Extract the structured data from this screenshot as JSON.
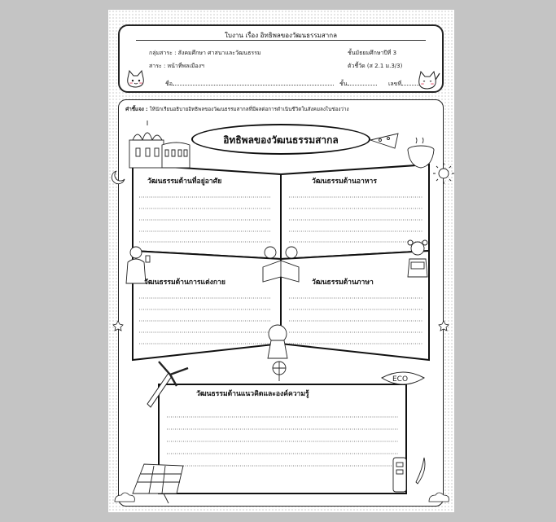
{
  "header": {
    "title": "ใบงาน เรื่อง อิทธิพลของวัฒนธรรมสากล",
    "subject_group": "กลุ่มสาระ : สังคมศึกษา ศาสนาและวัฒนธรรม",
    "grade": "ชั้นมัธยมศึกษาปีที่ 3",
    "strand": "สาระ : หน้าที่พลเมืองฯ",
    "indicator": "ตัวชี้วัด (ส 2.1 ม.3/3)",
    "name_label": "ชื่อ",
    "class_label": "ชั้น",
    "number_label": "เลขที่"
  },
  "instructions": {
    "label": "คำชี้แจง :",
    "text": "ให้นักเรียนอธิบายอิทธิพลของวัฒนธรรมสากลที่มีผลต่อการดำเนินชีวิตในสังคมลงในช่องว่าง"
  },
  "worksheet": {
    "title": "อิทธิพลของวัฒนธรรมสากล",
    "sections": {
      "housing": "วัฒนธรรมด้านที่อยู่อาศัย",
      "food": "วัฒนธรรมด้านอาหาร",
      "clothing": "วัฒนธรรมด้านการแต่งกาย",
      "language": "วัฒนธรรมด้านภาษา",
      "ideas": "วัฒนธรรมด้านแนวคิดและองค์ความรู้"
    },
    "eco_label": "ECO"
  }
}
